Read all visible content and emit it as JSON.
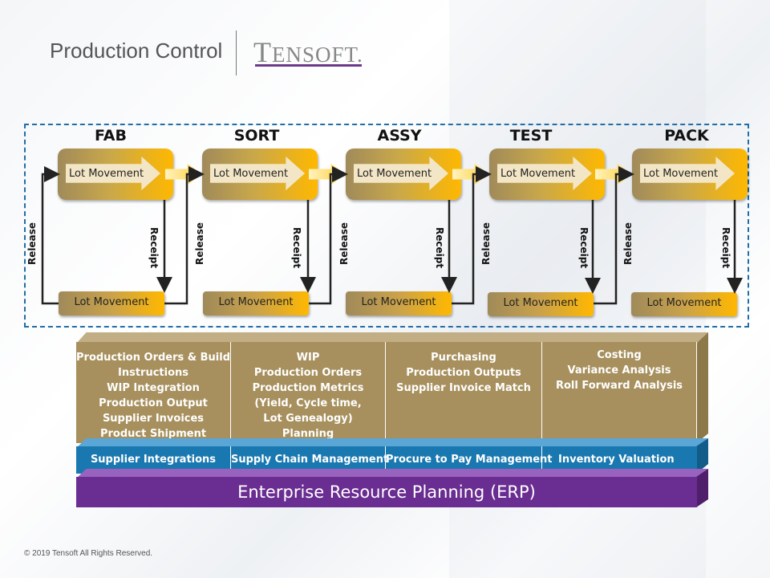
{
  "header": {
    "title": "Production Control",
    "logo_text_big": "T",
    "logo_text_rest": "ENSOFT",
    "logo_mark": "."
  },
  "stages": [
    {
      "name": "FAB",
      "top_box": "Lot Movement",
      "bottom_box": "Lot Movement",
      "release": "Release",
      "receipt": "Receipt"
    },
    {
      "name": "SORT",
      "top_box": "Lot Movement",
      "bottom_box": "Lot Movement",
      "release": "Release",
      "receipt": "Receipt"
    },
    {
      "name": "ASSY",
      "top_box": "Lot Movement",
      "bottom_box": "Lot Movement",
      "release": "Release",
      "receipt": "Receipt"
    },
    {
      "name": "TEST",
      "top_box": "Lot Movement",
      "bottom_box": "Lot Movement",
      "release": "Release",
      "receipt": "Receipt"
    },
    {
      "name": "PACK",
      "top_box": "Lot Movement",
      "bottom_box": "Lot Movement",
      "release": "Release",
      "receipt": "Receipt"
    }
  ],
  "modules": [
    {
      "lines": [
        "Production Orders  & Build",
        "Instructions",
        "WIP Integration",
        "Production Output",
        "Supplier Invoices",
        "Product Shipment"
      ],
      "integration": "Supplier Integrations"
    },
    {
      "lines": [
        "WIP",
        "Production Orders",
        "Production Metrics",
        "(Yield, Cycle time,",
        "Lot Genealogy)",
        "Planning"
      ],
      "integration": "Supply Chain Management"
    },
    {
      "lines": [
        "Purchasing",
        "Production Outputs",
        "Supplier Invoice Match"
      ],
      "integration": "Procure to Pay Management"
    },
    {
      "lines": [
        "Costing",
        "Variance Analysis",
        "Roll Forward Analysis"
      ],
      "integration": "Inventory Valuation"
    }
  ],
  "erp": "Enterprise Resource Planning (ERP)",
  "footer": "© 2019 Tensoft All Rights Reserved.",
  "colors": {
    "accent_gold": "#ffb800",
    "box_tan": "#a7905d",
    "integration_blue": "#1a78b0",
    "erp_purple": "#6a2d91",
    "frame_blue": "#1f6ea8"
  }
}
